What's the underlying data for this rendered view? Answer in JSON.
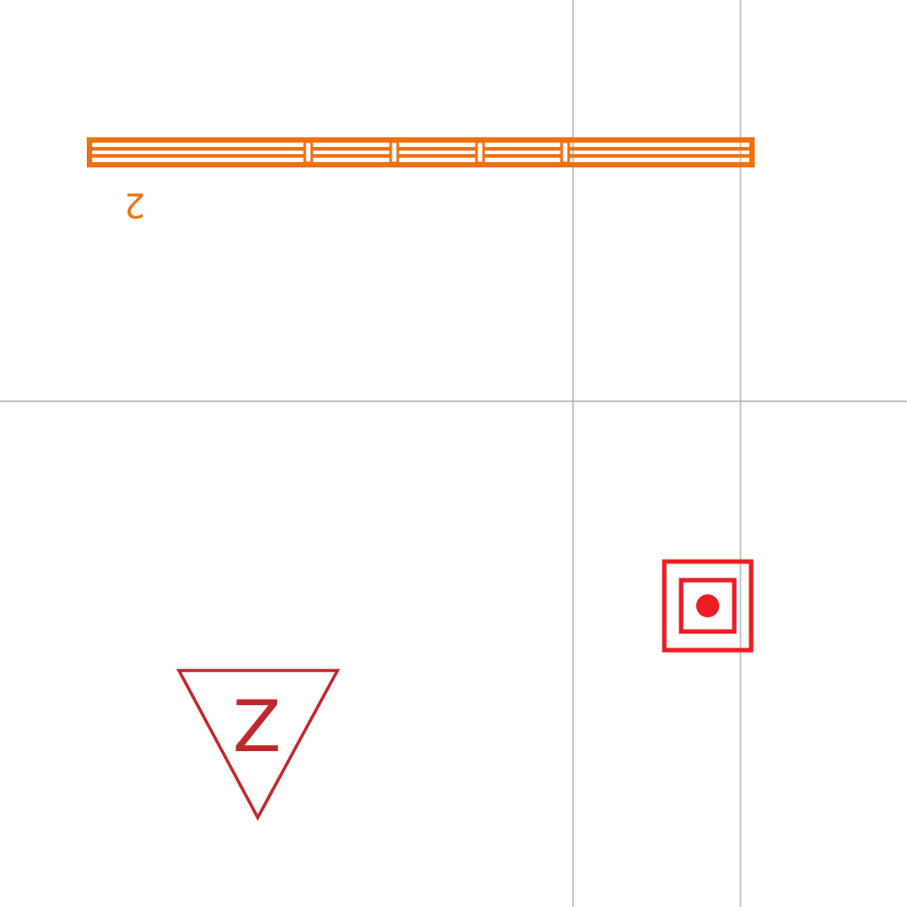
{
  "colors": {
    "background": "#ffffff",
    "grid": "#b0b0b0",
    "truss": "#f07010",
    "target": "#ee1c24",
    "triangle": "#c0282c"
  },
  "truss_symbol": {
    "label": "2",
    "label_orientation": "rotated-180"
  },
  "triangle_symbol": {
    "label": "Z"
  },
  "target_symbol": {
    "icon": "square-target-icon"
  }
}
